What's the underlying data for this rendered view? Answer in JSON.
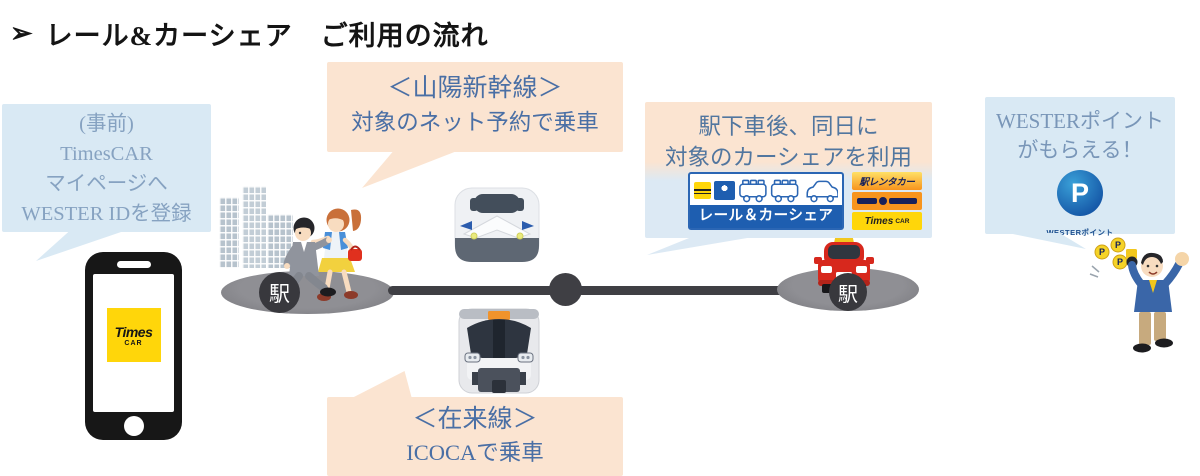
{
  "header": {
    "bullet": "➢",
    "title": "レール&カーシェア　ご利用の流れ"
  },
  "boxes": {
    "register": {
      "line1": "(事前)",
      "line2": "TimesCAR",
      "line3": "マイページへ",
      "line4": "WESTER IDを登録"
    },
    "shinkansen": {
      "line1": "＜山陽新幹線＞",
      "line2": "対象のネット予約で乗車"
    },
    "carshare": {
      "line1": "駅下車後、同日に",
      "line2": "対象のカーシェアを利用"
    },
    "points": {
      "line1": "WESTERポイント",
      "line2": "がもらえる！"
    },
    "local": {
      "line1": "＜在来線＞",
      "line2": "ICOCAで乗車"
    }
  },
  "logos": {
    "rail_carshare_banner": "レール＆カーシェア",
    "ekiren_badge": "駅レンタカー",
    "times_car_badge": {
      "main": "Times",
      "sub": "CAR"
    },
    "phone_app": {
      "main": "Times",
      "sub": "CAR"
    },
    "wester_point": {
      "letter": "P",
      "caption": "WESTERポイント"
    }
  },
  "diagram": {
    "station_left": "駅",
    "station_right": "駅"
  },
  "colors": {
    "light_blue_panel": "#d9e9f4",
    "peach_panel": "#fbe4d1",
    "panel_text_blue": "#4a6fa5",
    "rail_gray": "#3f3f44",
    "station_ellipse_gray": "#85858a",
    "brand_blue": "#1e5eb0",
    "times_yellow": "#ffd60a",
    "ekiren_orange": "#f7941d",
    "car_red": "#d7281d",
    "wester_point_blue": "#1d6cb5"
  }
}
